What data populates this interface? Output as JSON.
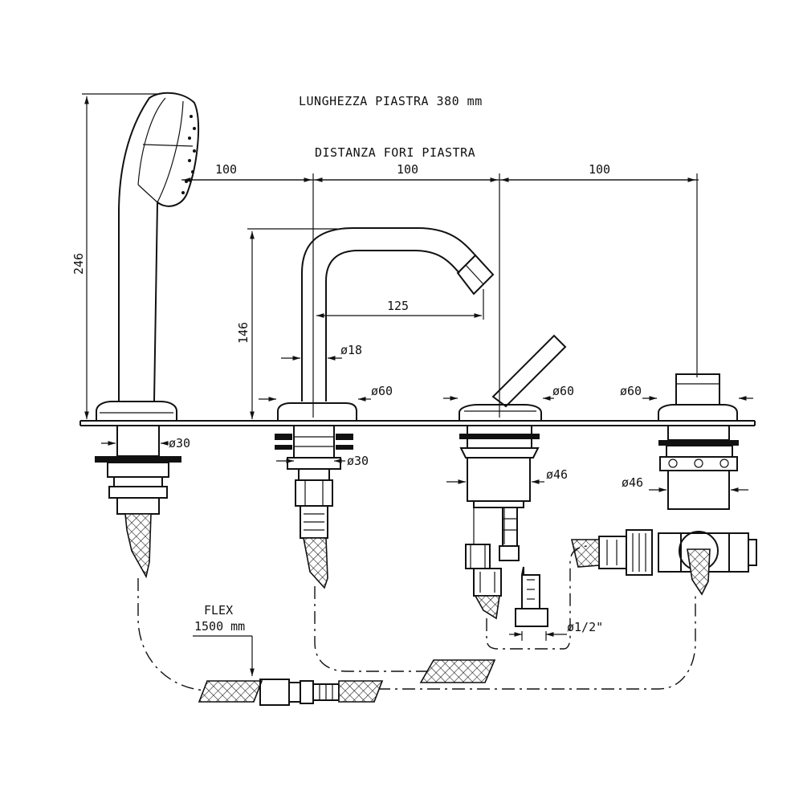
{
  "title": "LUNGHEZZA PIASTRA 380 mm",
  "subtitle": "DISTANZA FORI PIASTRA",
  "dimensions": {
    "spacing_1": "100",
    "spacing_2": "100",
    "spacing_3": "100",
    "height_hand_shower": "246",
    "height_spout": "146",
    "spout_reach": "125",
    "diam_18": "ø18",
    "diam_60_spout": "ø60",
    "diam_60_diverter": "ø60",
    "diam_60_mixer": "ø60",
    "diam_30_handshower": "ø30",
    "diam_30_spout": "ø30",
    "diam_46_diverter": "ø46",
    "diam_46_mixer": "ø46",
    "connection": "ø1/2\""
  },
  "flex_label": "FLEX",
  "flex_length": "1500 mm"
}
